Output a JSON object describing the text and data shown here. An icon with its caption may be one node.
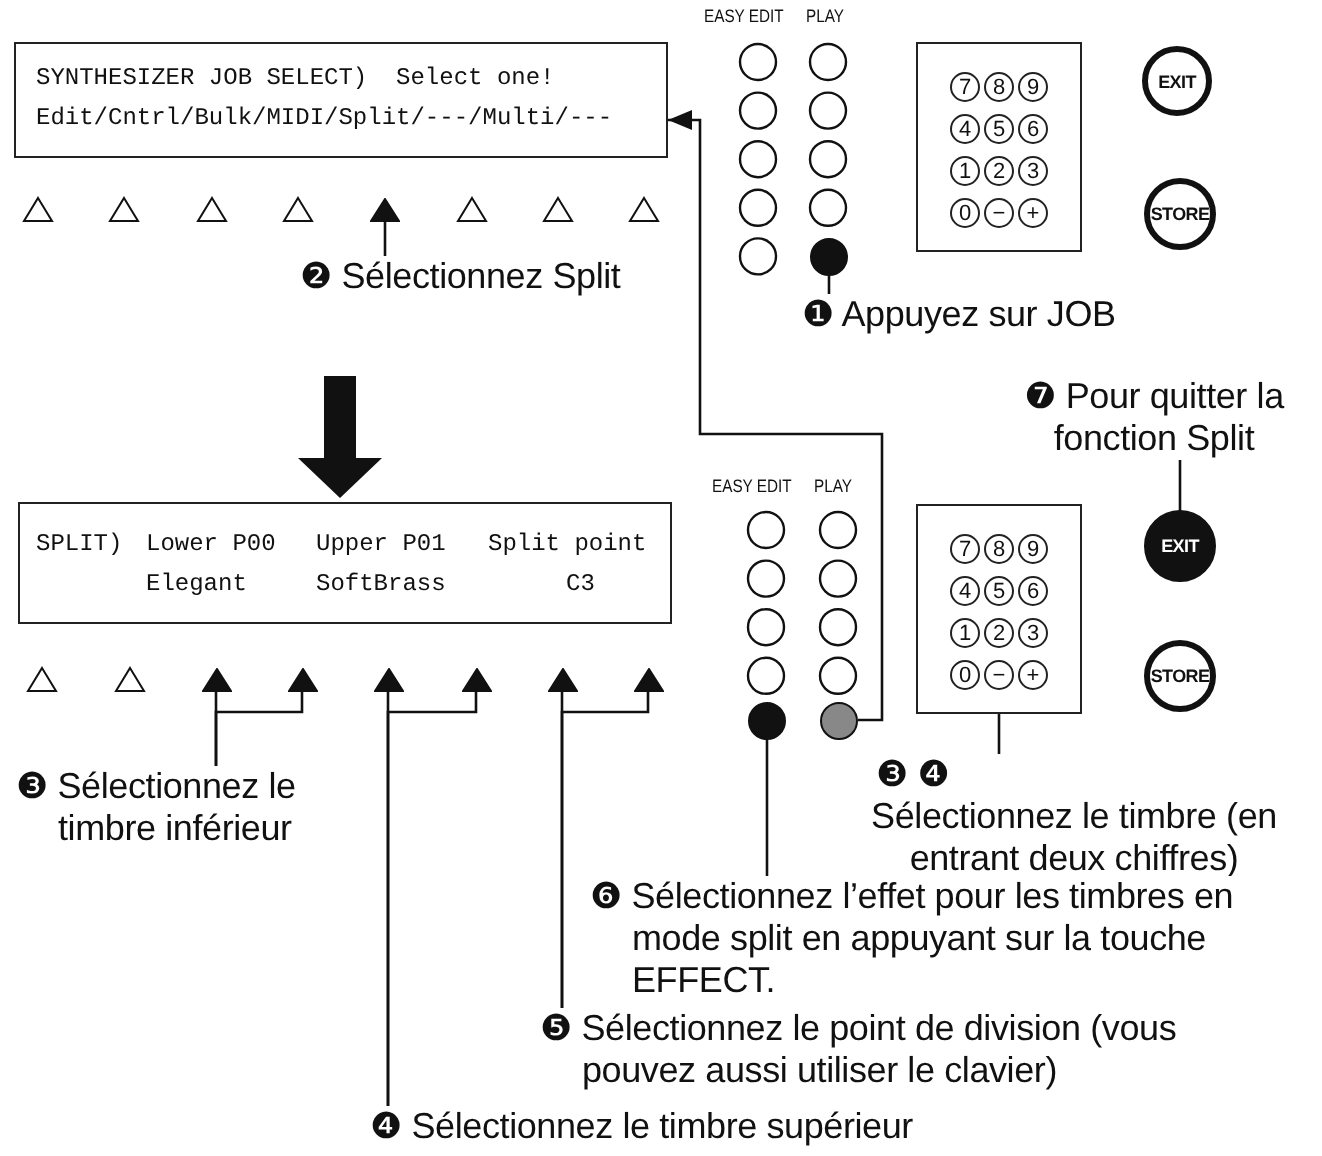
{
  "diagram": {
    "nodes": [
      {
        "text": [
          "SYNTHESIZER JOB SELECT)  Select one!",
          "Edit/Cntrl/Bulk/MIDI/Split/---/Multi/---"
        ]
      },
      {
        "text": [],
        "shape": "triangle"
      },
      {
        "text": [],
        "shape": "circle"
      },
      {
        "text": [
          "7",
          "8",
          "9",
          "4",
          "5",
          "6",
          "1",
          "2",
          "3",
          "0",
          "−",
          "+"
        ]
      },
      {
        "text": [
          "EXIT"
        ]
      },
      {
        "text": [
          "STORE"
        ]
      },
      {
        "text": [
          "❷ Sélectionnez Split"
        ]
      },
      {
        "text": [
          "❶ Appuyez sur JOB"
        ]
      },
      {
        "text": [
          "SPLIT)",
          "Lower P00",
          "Upper P01",
          "Split point",
          "Elegant",
          "SoftBrass",
          "C3"
        ]
      },
      {
        "text": [],
        "shape": "triangle"
      },
      {
        "text": [],
        "shape": "triangle"
      },
      {
        "text": [],
        "shape": "triangle"
      },
      {
        "text": [],
        "shape": "triangle"
      },
      {
        "text": [],
        "shape": "triangle"
      },
      {
        "text": [],
        "shape": "triangle"
      },
      {
        "text": [],
        "shape": "circle"
      },
      {
        "text": [],
        "shape": "circle"
      },
      {
        "text": [
          "7",
          "8",
          "9",
          "4",
          "5",
          "6",
          "1",
          "2",
          "3",
          "0",
          "−",
          "+"
        ]
      },
      {
        "text": [
          "EXIT"
        ]
      },
      {
        "text": [
          "STORE"
        ]
      },
      {
        "text": [
          "❼ Pour quitter la fonction Split"
        ]
      },
      {
        "text": [
          "❸ Sélectionnez le timbre inférieur"
        ]
      },
      {
        "text": [
          "❸ ❹",
          "Sélectionnez le timbre (en entrant deux chiffres)"
        ]
      },
      {
        "text": [
          "❻ Sélectionnez l’effet pour les timbres en mode split en appuyant sur la touche EFFECT."
        ]
      },
      {
        "text": [
          "❺ Sélectionnez le point de division (vous pouvez aussi utiliser le clavier)"
        ]
      },
      {
        "text": [
          "❹ Sélectionnez le timbre supérieur"
        ]
      }
    ],
    "edges": [
      {
        "from": 6,
        "to": 1,
        "arrow": "none"
      },
      {
        "from": 7,
        "to": 2,
        "arrow": "none"
      },
      {
        "from": null,
        "to": 8,
        "arrow": "to",
        "style": "thick"
      },
      {
        "from": 16,
        "to": 0,
        "arrow": "to"
      },
      {
        "from": 21,
        "to": 9,
        "arrow": "none"
      },
      {
        "from": 21,
        "to": 10,
        "arrow": "none"
      },
      {
        "from": 25,
        "to": 11,
        "arrow": "none"
      },
      {
        "from": 25,
        "to": 12,
        "arrow": "none"
      },
      {
        "from": 24,
        "to": 13,
        "arrow": "none"
      },
      {
        "from": 24,
        "to": 14,
        "arrow": "none"
      },
      {
        "from": 23,
        "to": 15,
        "arrow": "none"
      },
      {
        "from": 22,
        "to": 17,
        "arrow": "none"
      },
      {
        "from": 20,
        "to": 18,
        "arrow": "none"
      }
    ],
    "labels": [
      "EASY EDIT",
      "PLAY",
      "EASY EDIT",
      "PLAY"
    ]
  }
}
